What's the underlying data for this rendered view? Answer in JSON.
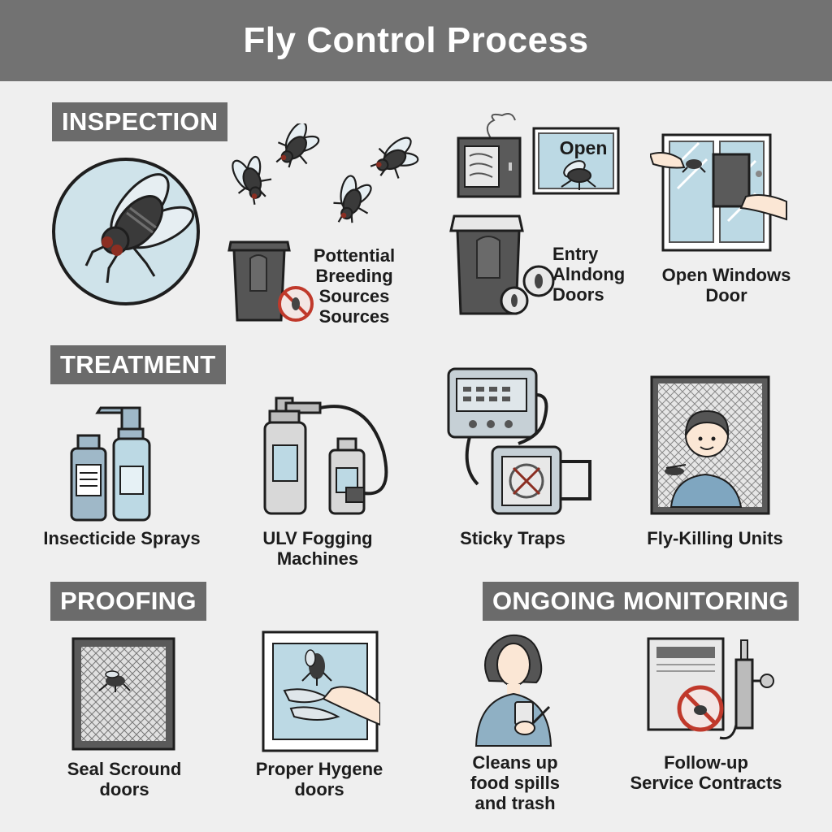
{
  "title": "Fly Control Process",
  "sections": {
    "inspection": "INSPECTION",
    "treatment": "TREATMENT",
    "proofing": "PROOFING",
    "monitoring": "ONGOING MONITORING"
  },
  "inspection": {
    "breeding_lines": [
      "Pottential",
      "Breeding",
      "Sources",
      "Sources"
    ],
    "open_sign": "Open",
    "entry_lines": [
      "Entry",
      "Alndong",
      "Doors"
    ],
    "windows_lines": [
      "Open Windows",
      "Door"
    ]
  },
  "treatment": {
    "sprays": "Insecticide Sprays",
    "fogging_lines": [
      "ULV Fogging",
      "Machines"
    ],
    "traps": "Sticky Traps",
    "units": "Fly-Killing Units"
  },
  "proofing": {
    "seal_lines": [
      "Seal Scround",
      "doors"
    ],
    "hygiene_lines": [
      "Proper Hygene",
      "doors"
    ]
  },
  "monitoring": {
    "cleans_lines": [
      "Cleans up",
      "food spills",
      "and trash"
    ],
    "followup_lines": [
      "Follow-up",
      "Service Contracts"
    ]
  },
  "colors": {
    "header": "#727272",
    "section": "#6b6b6b",
    "background": "#efefef",
    "glass": "#bcd9e4",
    "prohibit": "#c0392b"
  }
}
